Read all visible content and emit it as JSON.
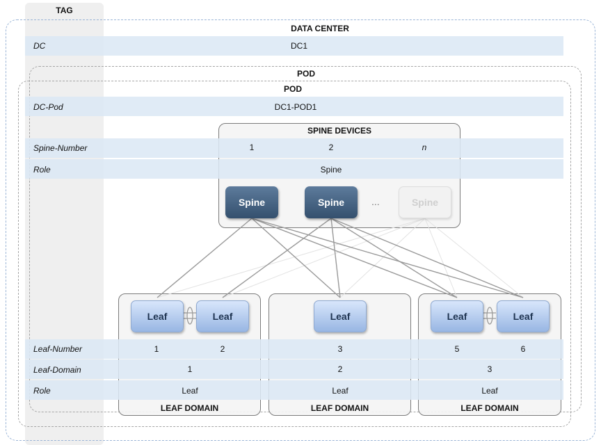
{
  "tag_header": "TAG",
  "data_center": {
    "title": "DATA CENTER",
    "row": {
      "label": "DC",
      "value": "DC1"
    }
  },
  "pod_back": {
    "title": "POD"
  },
  "pod": {
    "title": "POD",
    "row": {
      "label": "DC-Pod",
      "value": "DC1-POD1"
    }
  },
  "spine": {
    "title": "SPINE DEVICES",
    "number_row": {
      "label": "Spine-Number",
      "values": [
        "1",
        "2",
        "n"
      ]
    },
    "role_row": {
      "label": "Role",
      "value": "Spine"
    },
    "devices": [
      "Spine",
      "Spine",
      "Spine"
    ],
    "ellipsis": "..."
  },
  "leaf": {
    "number_row": {
      "label": "Leaf-Number",
      "values": [
        "1",
        "2",
        "3",
        "5",
        "6"
      ]
    },
    "domain_row": {
      "label": "Leaf-Domain",
      "values": [
        "1",
        "2",
        "3"
      ]
    },
    "role_row": {
      "label": "Role",
      "values": [
        "Leaf",
        "Leaf",
        "Leaf"
      ]
    },
    "devices": [
      "Leaf",
      "Leaf",
      "Leaf",
      "Leaf",
      "Leaf"
    ],
    "domains": [
      "LEAF DOMAIN",
      "LEAF DOMAIN",
      "LEAF DOMAIN"
    ]
  },
  "colors": {
    "spine_fill": "#3f5b7b",
    "leaf_fill": "#b3cbf0",
    "band": "#dce8f5",
    "tag_column": "#efefef",
    "dc_border": "#9ab4d6"
  }
}
